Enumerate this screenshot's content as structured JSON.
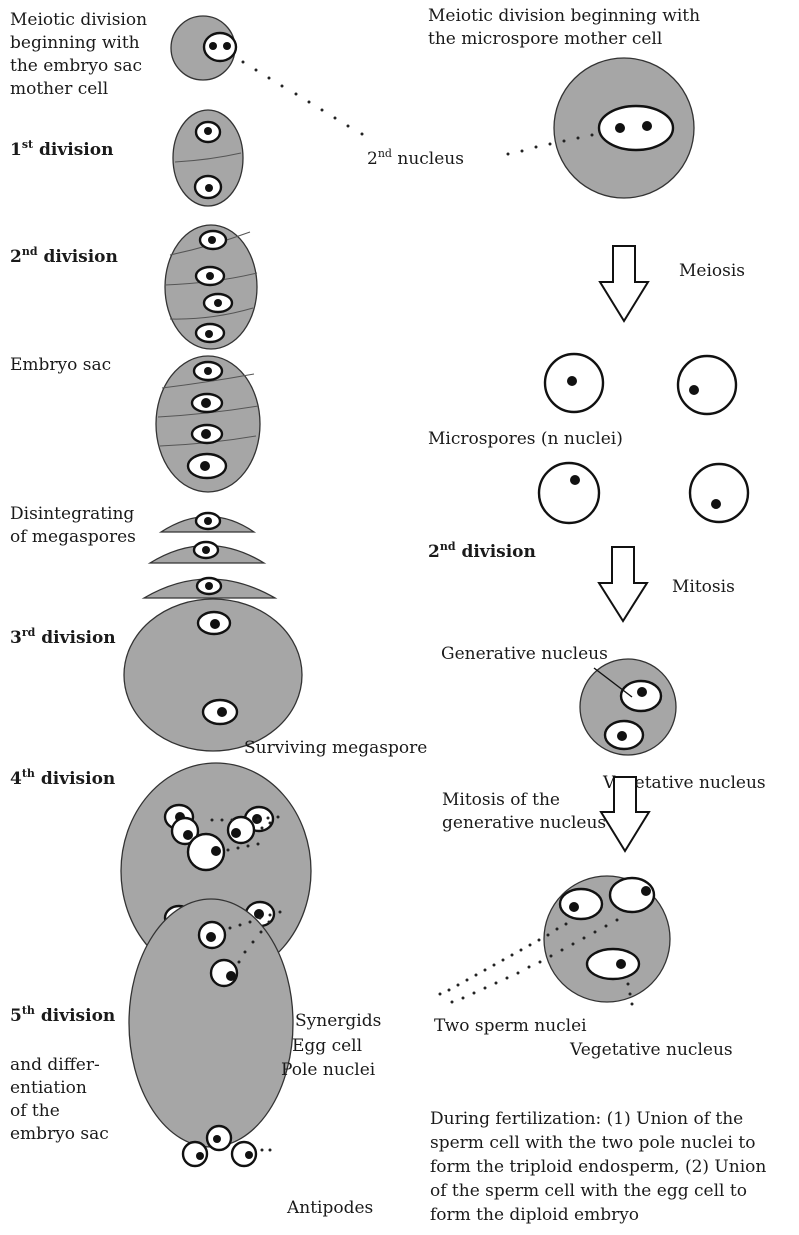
{
  "left_column": {
    "meiotic_start": [
      "Meiotic division",
      "beginning with",
      "the embryo sac",
      "mother cell"
    ],
    "div1": {
      "num": "1",
      "sup": "st",
      "word": " division"
    },
    "div2": {
      "num": "2",
      "sup": "nd",
      "word": " division"
    },
    "embryo_sac": "Embryo sac",
    "disintegrating": [
      "Disintegrating",
      "of megaspores"
    ],
    "div3": {
      "num": "3",
      "sup": "rd",
      "word": " division"
    },
    "surviving": "Surviving megaspore",
    "div4": {
      "num": "4",
      "sup": "th",
      "word": " division"
    },
    "div5": {
      "num": "5",
      "sup": "th",
      "word": " division"
    },
    "differentiation": [
      "and differ-",
      "entiation",
      "of the",
      "embryo sac"
    ],
    "synergids": "Synergids",
    "egg_cell": "Egg cell",
    "pole_nuclei": "Pole nuclei",
    "antipodes": "Antipodes"
  },
  "right_column": {
    "meiotic_start": [
      "Meiotic division beginning with",
      "the microspore mother cell"
    ],
    "second_nucleus": {
      "num": "2",
      "sup": "nd",
      "word": " nucleus"
    },
    "meiosis": "Meiosis",
    "microspores": "Microspores (n nuclei)",
    "div2": {
      "num": "2",
      "sup": "nd",
      "word": " division"
    },
    "mitosis": "Mitosis",
    "generative": "Generative nucleus",
    "vegetative1": "Vegetative nucleus",
    "mitosis_generative": [
      "Mitosis of the",
      "generative nucleus"
    ],
    "two_sperm": "Two sperm nuclei",
    "vegetative2": "Vegetative nucleus",
    "fertilization": [
      "During fertilization: (1) Union of the",
      "sperm cell with the two pole nuclei to",
      "form the triploid endosperm, (2) Union",
      "of the sperm cell with the egg cell to",
      "form the diploid embryo"
    ]
  },
  "colors": {
    "cell": "#a6a6a6",
    "nucleus": "#ffffff",
    "outline": "#111111"
  }
}
